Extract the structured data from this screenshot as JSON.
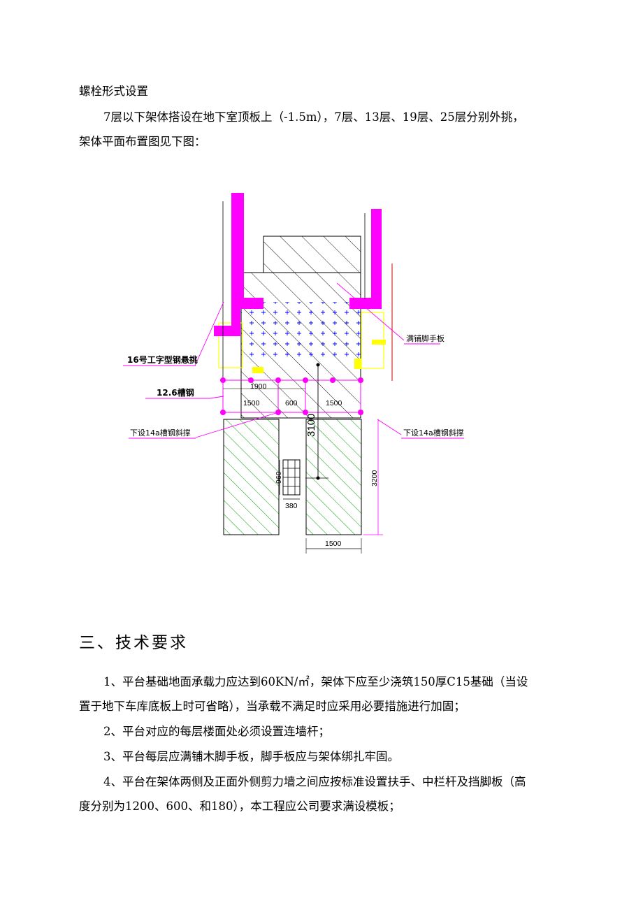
{
  "paragraphs": {
    "p0": "螺栓形式设置",
    "p1": "7层以下架体搭设在地下室顶板上（-1.5m），7层、13层、19层、25层分别外挑，",
    "p2": "架体平面布置图见下图："
  },
  "diagram": {
    "label_i_beam": "16号工字型钢悬挑",
    "label_channel": "12.6槽钢",
    "label_brace_left": "下设14a槽钢斜撑",
    "label_brace_right": "下设14a槽钢斜撑",
    "label_scaffold_board": "满铺脚手板",
    "dim_1900": "1900",
    "dim_1500_left": "1500",
    "dim_600": "600",
    "dim_1500_right": "1500",
    "dim_3100": "3100",
    "dim_960": "960",
    "dim_380": "380",
    "dim_3200": "3200",
    "dim_1500_bottom": "1500",
    "colors": {
      "beam": "#ff00ff",
      "yellow": "#ffff00",
      "green": "#00a000",
      "plus": "#0000ff"
    }
  },
  "section": {
    "heading": "三、技术要求",
    "items": [
      "1、平台基础地面承载力应达到60KN/㎡，架体下应至少浇筑150厚C15基础（当设",
      "置于地下车库底板上时可省略），当承载不满足时应采用必要措施进行加固；",
      "2、平台对应的每层楼面处必须设置连墙杆；",
      "3、平台每层应满铺木脚手板，脚手板应与架体绑扎牢固。",
      "4、平台在架体两侧及正面外侧剪力墙之间应按标准设置扶手、中栏杆及挡脚板（高",
      "度分别为1200、600、和180），本工程应公司要求满设模板；"
    ]
  }
}
